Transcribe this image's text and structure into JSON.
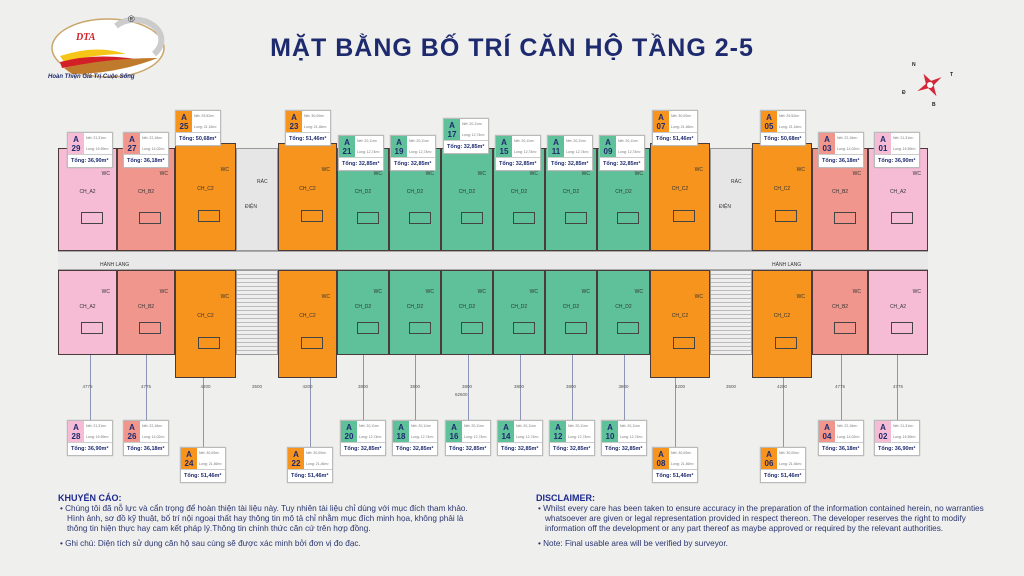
{
  "header": {
    "title": "MẶT BẰNG BỐ TRÍ CĂN HỘ TẦNG 2-5"
  },
  "logo": {
    "text": "DTA",
    "slogan": "Hoàn Thiện Giá Trị Cuộc Sống",
    "registered": "®"
  },
  "compass": {
    "n": "N",
    "t": "T",
    "d": "Đ",
    "b": "B"
  },
  "colors": {
    "A2": "#f6bcd6",
    "B2": "#f0968c",
    "C2": "#f7941d",
    "D2": "#5fc19a",
    "title": "#1e2a6e"
  },
  "corridor_label": "HÀNH LANG",
  "core_labels": {
    "rac": "RÁC",
    "dien": "ĐIỆN"
  },
  "total_dimension": "62600",
  "dimensions": [
    "4775",
    "4775",
    "4200",
    "3500",
    "4200",
    "3800",
    "3800",
    "3800",
    "3800",
    "3800",
    "3800",
    "4200",
    "3500",
    "4200",
    "4775",
    "4775"
  ],
  "units": [
    {
      "id": "29",
      "block": "A",
      "type": "A2",
      "room": "CH_A2",
      "net": "Nét: 21,31m²",
      "long": "Lọng: 15,59m²",
      "total": "Tổng: 36,90m²"
    },
    {
      "id": "27",
      "block": "A",
      "type": "B2",
      "room": "CH_B2",
      "net": "Nét: 22,16m²",
      "long": "Lọng: 14,02m²",
      "total": "Tổng: 36,18m²"
    },
    {
      "id": "25",
      "block": "A",
      "type": "C2",
      "room": "CH_C2",
      "net": "Nét: 29,52m²",
      "long": "Lọng: 21,16m²",
      "total": "Tổng: 50,68m²"
    },
    {
      "id": "23",
      "block": "A",
      "type": "C2",
      "room": "CH_C2",
      "net": "Nét: 30,00m²",
      "long": "Lọng: 21,46m²",
      "total": "Tổng: 51,46m²"
    },
    {
      "id": "21",
      "block": "A",
      "type": "D2",
      "room": "CH_D2",
      "net": "Nét: 20,11m²",
      "long": "Lọng: 12,74m²",
      "total": "Tổng: 32,85m²"
    },
    {
      "id": "19",
      "block": "A",
      "type": "D2",
      "room": "CH_D2",
      "net": "Nét: 20,11m²",
      "long": "Lọng: 12,74m²",
      "total": "Tổng: 32,85m²"
    },
    {
      "id": "17",
      "block": "A",
      "type": "D2",
      "room": "CH_D2",
      "net": "Nét: 20,11m²",
      "long": "Lọng: 12,74m²",
      "total": "Tổng: 32,85m²"
    },
    {
      "id": "15",
      "block": "A",
      "type": "D2",
      "room": "CH_D2",
      "net": "Nét: 20,11m²",
      "long": "Lọng: 12,74m²",
      "total": "Tổng: 32,85m²"
    },
    {
      "id": "11",
      "block": "A",
      "type": "D2",
      "room": "CH_D2",
      "net": "Nét: 20,11m²",
      "long": "Lọng: 12,74m²",
      "total": "Tổng: 32,85m²"
    },
    {
      "id": "09",
      "block": "A",
      "type": "D2",
      "room": "CH_D2",
      "net": "Nét: 20,11m²",
      "long": "Lọng: 12,74m²",
      "total": "Tổng: 32,85m²"
    },
    {
      "id": "07",
      "block": "A",
      "type": "C2",
      "room": "CH_C2",
      "net": "Nét: 30,00m²",
      "long": "Lọng: 21,46m²",
      "total": "Tổng: 51,46m²"
    },
    {
      "id": "05",
      "block": "A",
      "type": "C2",
      "room": "CH_C2",
      "net": "Nét: 29,52m²",
      "long": "Lọng: 21,16m²",
      "total": "Tổng: 50,68m²"
    },
    {
      "id": "03",
      "block": "A",
      "type": "B2",
      "room": "CH_B2",
      "net": "Nét: 22,16m²",
      "long": "Lọng: 14,02m²",
      "total": "Tổng: 36,18m²"
    },
    {
      "id": "01",
      "block": "A",
      "type": "A2",
      "room": "CH_A2",
      "net": "Nét: 21,31m²",
      "long": "Lọng: 15,59m²",
      "total": "Tổng: 36,90m²"
    },
    {
      "id": "28",
      "block": "A",
      "type": "A2",
      "room": "CH_A2",
      "net": "Nét: 21,31m²",
      "long": "Lọng: 15,59m²",
      "total": "Tổng: 36,90m²"
    },
    {
      "id": "26",
      "block": "A",
      "type": "B2",
      "room": "CH_B2",
      "net": "Nét: 22,16m²",
      "long": "Lọng: 14,02m²",
      "total": "Tổng: 36,18m²"
    },
    {
      "id": "24",
      "block": "A",
      "type": "C2",
      "room": "CH_C2",
      "net": "Nét: 30,00m²",
      "long": "Lọng: 21,46m²",
      "total": "Tổng: 51,46m²"
    },
    {
      "id": "22",
      "block": "A",
      "type": "C2",
      "room": "CH_C2",
      "net": "Nét: 30,00m²",
      "long": "Lọng: 21,46m²",
      "total": "Tổng: 51,46m²"
    },
    {
      "id": "20",
      "block": "A",
      "type": "D2",
      "room": "CH_D2",
      "net": "Nét: 20,11m²",
      "long": "Lọng: 12,74m²",
      "total": "Tổng: 32,85m²"
    },
    {
      "id": "18",
      "block": "A",
      "type": "D2",
      "room": "CH_D2",
      "net": "Nét: 20,11m²",
      "long": "Lọng: 12,74m²",
      "total": "Tổng: 32,85m²"
    },
    {
      "id": "16",
      "block": "A",
      "type": "D2",
      "room": "CH_D2",
      "net": "Nét: 20,11m²",
      "long": "Lọng: 12,74m²",
      "total": "Tổng: 32,85m²"
    },
    {
      "id": "14",
      "block": "A",
      "type": "D2",
      "room": "CH_D2",
      "net": "Nét: 20,11m²",
      "long": "Lọng: 12,74m²",
      "total": "Tổng: 32,85m²"
    },
    {
      "id": "12",
      "block": "A",
      "type": "D2",
      "room": "CH_D2",
      "net": "Nét: 20,11m²",
      "long": "Lọng: 12,74m²",
      "total": "Tổng: 32,85m²"
    },
    {
      "id": "10",
      "block": "A",
      "type": "D2",
      "room": "CH_D2",
      "net": "Nét: 20,11m²",
      "long": "Lọng: 12,74m²",
      "total": "Tổng: 32,85m²"
    },
    {
      "id": "08",
      "block": "A",
      "type": "C2",
      "room": "CH_C2",
      "net": "Nét: 30,00m²",
      "long": "Lọng: 21,46m²",
      "total": "Tổng: 51,46m²"
    },
    {
      "id": "06",
      "block": "A",
      "type": "C2",
      "room": "CH_C2",
      "net": "Nét: 30,00m²",
      "long": "Lọng: 21,46m²",
      "total": "Tổng: 51,46m²"
    },
    {
      "id": "04",
      "block": "A",
      "type": "B2",
      "room": "CH_B2",
      "net": "Nét: 22,16m²",
      "long": "Lọng: 14,02m²",
      "total": "Tổng: 36,18m²"
    },
    {
      "id": "02",
      "block": "A",
      "type": "A2",
      "room": "CH_A2",
      "net": "Nét: 21,31m²",
      "long": "Lọng: 15,59m²",
      "total": "Tổng: 36,90m²"
    }
  ],
  "wc_label": "WC",
  "notes_vi": {
    "heading": "KHUYẾN CÁO:",
    "items": [
      "• Chúng tôi đã nỗ lực và cẩn trọng để hoàn thiện tài liệu này. Tuy nhiên tài liệu chỉ dùng với mục đích tham khảo. Hình ảnh, sơ đồ kỹ thuật, bố trí nội ngoại thất hay thông tin mô tả chỉ nhằm mục đích minh họa, không phải là thông tin hiện thực hay cam kết pháp lý.Thông tin chính thức căn cứ trên hợp đồng.",
      "• Ghi chú: Diện tích sử dụng căn hộ sau cùng sẽ được xác minh bởi đơn vị đo đạc."
    ]
  },
  "notes_en": {
    "heading": "DISCLAIMER:",
    "items": [
      "• Whilst every care has been taken to ensure accuracy in the preparation of the information contained herein, no warranties whatsoever are given or legal representation provided in respect thereon. The developer reserves the right to modify information off the development or any part thereof as maybe approved or required by the relevant authorities.",
      "• Note: Final usable area will be verified by surveyor."
    ]
  }
}
